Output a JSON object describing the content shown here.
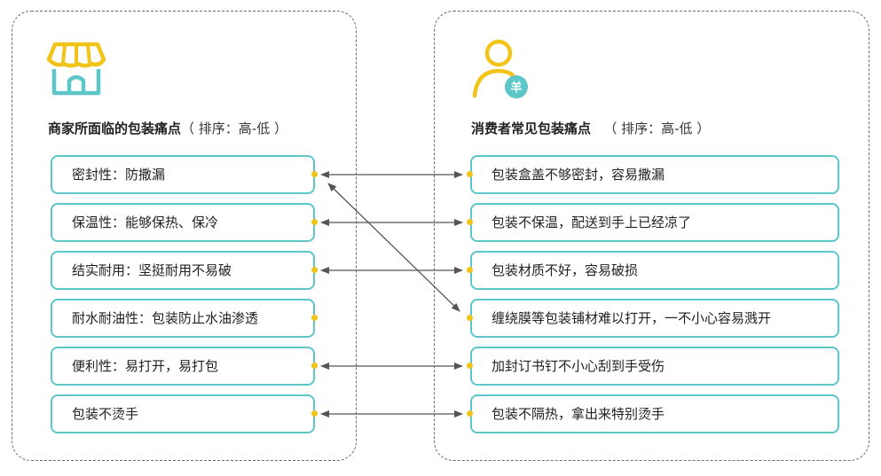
{
  "merchant": {
    "title": "商家所面临的包装痛点",
    "sort_note": "（ 排序：高-低 ）",
    "items": [
      "密封性：防撒漏",
      "保温性：能够保热、保冷",
      "结实耐用：坚挺耐用不易破",
      "耐水耐油性：包装防止水油渗透",
      "便利性：易打开，易打包",
      "包装不烫手"
    ]
  },
  "consumer": {
    "title": "消费者常见包装痛点",
    "sort_note": "（ 排序：高-低 ）",
    "items": [
      "包装盒盖不够密封，容易撒漏",
      "包装不保温，配送到手上已经凉了",
      "包装材质不好，容易破损",
      "缠绕膜等包装铺材难以打开，一不小心容易溅开",
      "加封订书钉不小心刮到手受伤",
      "包装不隔热，拿出来特别烫手"
    ]
  },
  "avatar_badge_glyph": "羊",
  "links": [
    {
      "from": 0,
      "to": 0
    },
    {
      "from": 1,
      "to": 1
    },
    {
      "from": 2,
      "to": 2
    },
    {
      "from": 0,
      "to": 3
    },
    {
      "from": 4,
      "to": 4
    },
    {
      "from": 5,
      "to": 5
    }
  ],
  "colors": {
    "teal": "#5cc6c9",
    "yellow": "#f2c318",
    "arrow": "#555555"
  },
  "icons": {
    "merchant": "shop-icon",
    "consumer": "user-money-icon"
  }
}
